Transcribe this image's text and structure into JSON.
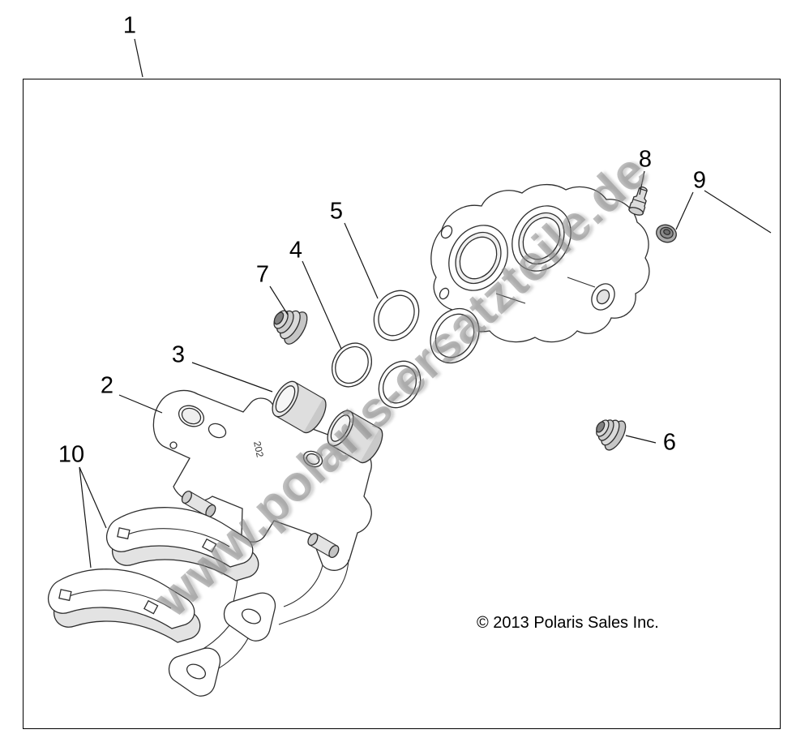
{
  "diagram": {
    "watermark": "www.polaris-ersatzteile.de",
    "copyright": "© 2013 Polaris Sales Inc.",
    "bracket_marking": "202",
    "callouts": [
      {
        "label": "1"
      },
      {
        "label": "2"
      },
      {
        "label": "3"
      },
      {
        "label": "4"
      },
      {
        "label": "5"
      },
      {
        "label": "6"
      },
      {
        "label": "7"
      },
      {
        "label": "8"
      },
      {
        "label": "9"
      },
      {
        "label": "10"
      }
    ]
  }
}
